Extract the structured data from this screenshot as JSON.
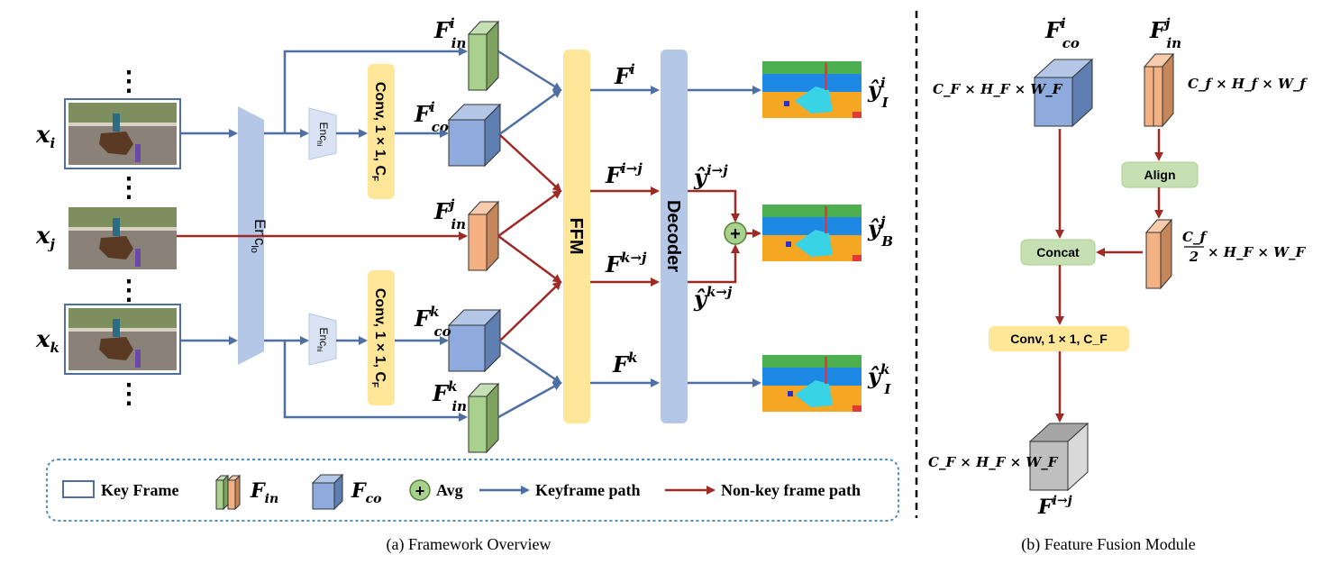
{
  "panel_a": {
    "caption": "(a) Framework Overview",
    "inputs": {
      "xi_base": "x",
      "xi_sub": "i",
      "xj_base": "x",
      "xj_sub": "j",
      "xk_base": "x",
      "xk_sub": "k",
      "ellipsis": "⋮"
    },
    "blocks": {
      "enc_lo_base": "Enc",
      "enc_lo_sub": "lo",
      "enc_hi_base": "Enc",
      "enc_hi_sub": "hi",
      "conv_label": "Conv, 1 × 1, C",
      "conv_sub": "F",
      "ffm": "FFM",
      "decoder": "Decoder"
    },
    "features": {
      "F": "F",
      "in": "in",
      "co": "co",
      "i": "i",
      "j": "j",
      "k": "k",
      "ij": "i→j",
      "kj": "k→j"
    },
    "outputs": {
      "y_hat": "ŷ",
      "I": "I",
      "B": "B",
      "plus": "+"
    },
    "legend": {
      "key_frame": "Key Frame",
      "f_in_base": "F",
      "f_in_sub": "in",
      "f_co_base": "F",
      "f_co_sub": "co",
      "avg": "Avg",
      "keyframe_path": "Keyframe path",
      "nonkey_path": "Non-key frame path"
    }
  },
  "panel_b": {
    "caption": "(b) Feature Fusion Module",
    "dims_co": "C_F × H_F × W_F",
    "dims_in": "C_f × H_f × W_f",
    "dims_half_num": "C_f",
    "dims_half_den": "2",
    "dims_half_rest": "× H_F × W_F",
    "dims_out": "C_F × H_F × W_F",
    "align": "Align",
    "concat": "Concat",
    "conv": "Conv, 1 × 1, C_F",
    "out_base": "F",
    "out_sup": "i→j"
  },
  "colors": {
    "keyframe_path": "#4f6fa3",
    "nonkey_path": "#9e2a26",
    "blue_block": "#b4c7e7",
    "yellow_block": "#ffe699",
    "green_box": "#c6e0b4",
    "cube_blue": "#8faadc",
    "cube_green": "#a9d18e",
    "cube_orange": "#f4b183",
    "cube_gray": "#bfbfbf"
  }
}
